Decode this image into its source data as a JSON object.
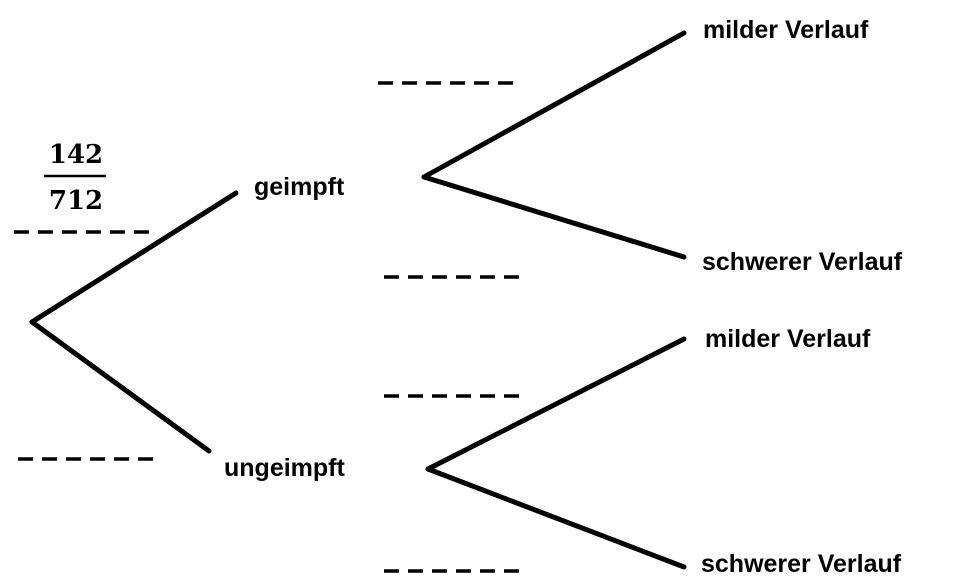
{
  "tree": {
    "level1": {
      "upper_label": "geimpft",
      "lower_label": "ungeimpft",
      "upper_probability": {
        "numerator": "142",
        "denominator": "712"
      }
    },
    "level2_upper": {
      "upper_label": "milder Verlauf",
      "lower_label": "schwerer Verlauf"
    },
    "level2_lower": {
      "upper_label": "milder Verlauf",
      "lower_label": "schwerer Verlauf"
    }
  }
}
